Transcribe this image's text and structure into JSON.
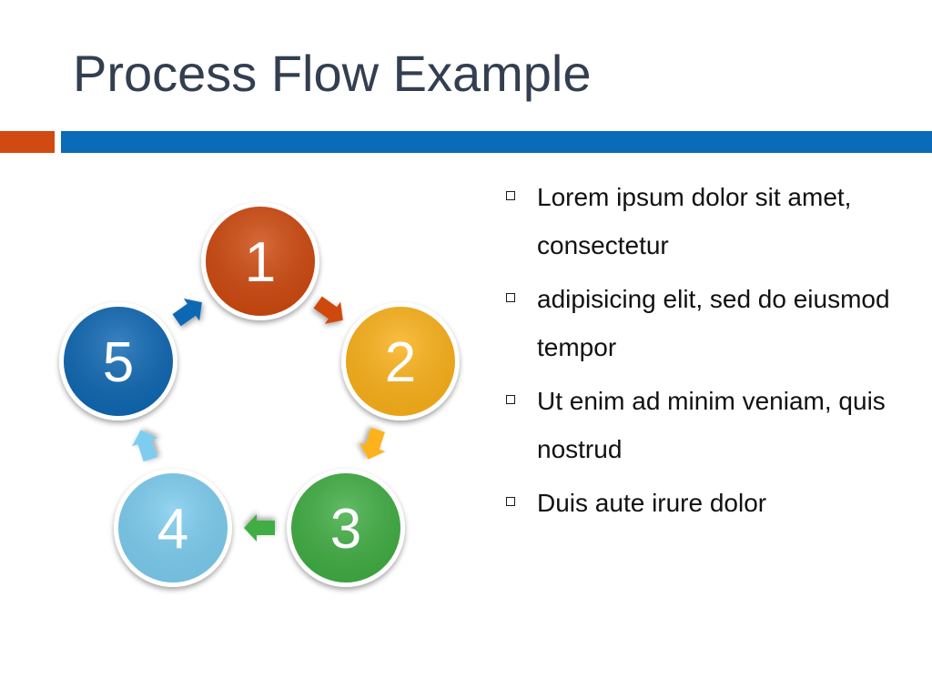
{
  "slide": {
    "title": "Process Flow Example"
  },
  "accent_colors": {
    "orange_bar": "#d04a12",
    "blue_bar": "#0a6bb8"
  },
  "process_steps": [
    {
      "label": "1",
      "color": "#cf4a10"
    },
    {
      "label": "2",
      "color": "#fbb21a"
    },
    {
      "label": "3",
      "color": "#41ae44"
    },
    {
      "label": "4",
      "color": "#7dcdf0"
    },
    {
      "label": "5",
      "color": "#1068b3"
    }
  ],
  "bullets": [
    "Lorem ipsum dolor sit amet, consectetur",
    "adipisicing elit, sed do eiusmod tempor",
    "Ut enim ad minim veniam, quis nostrud",
    "Duis aute irure dolor"
  ]
}
